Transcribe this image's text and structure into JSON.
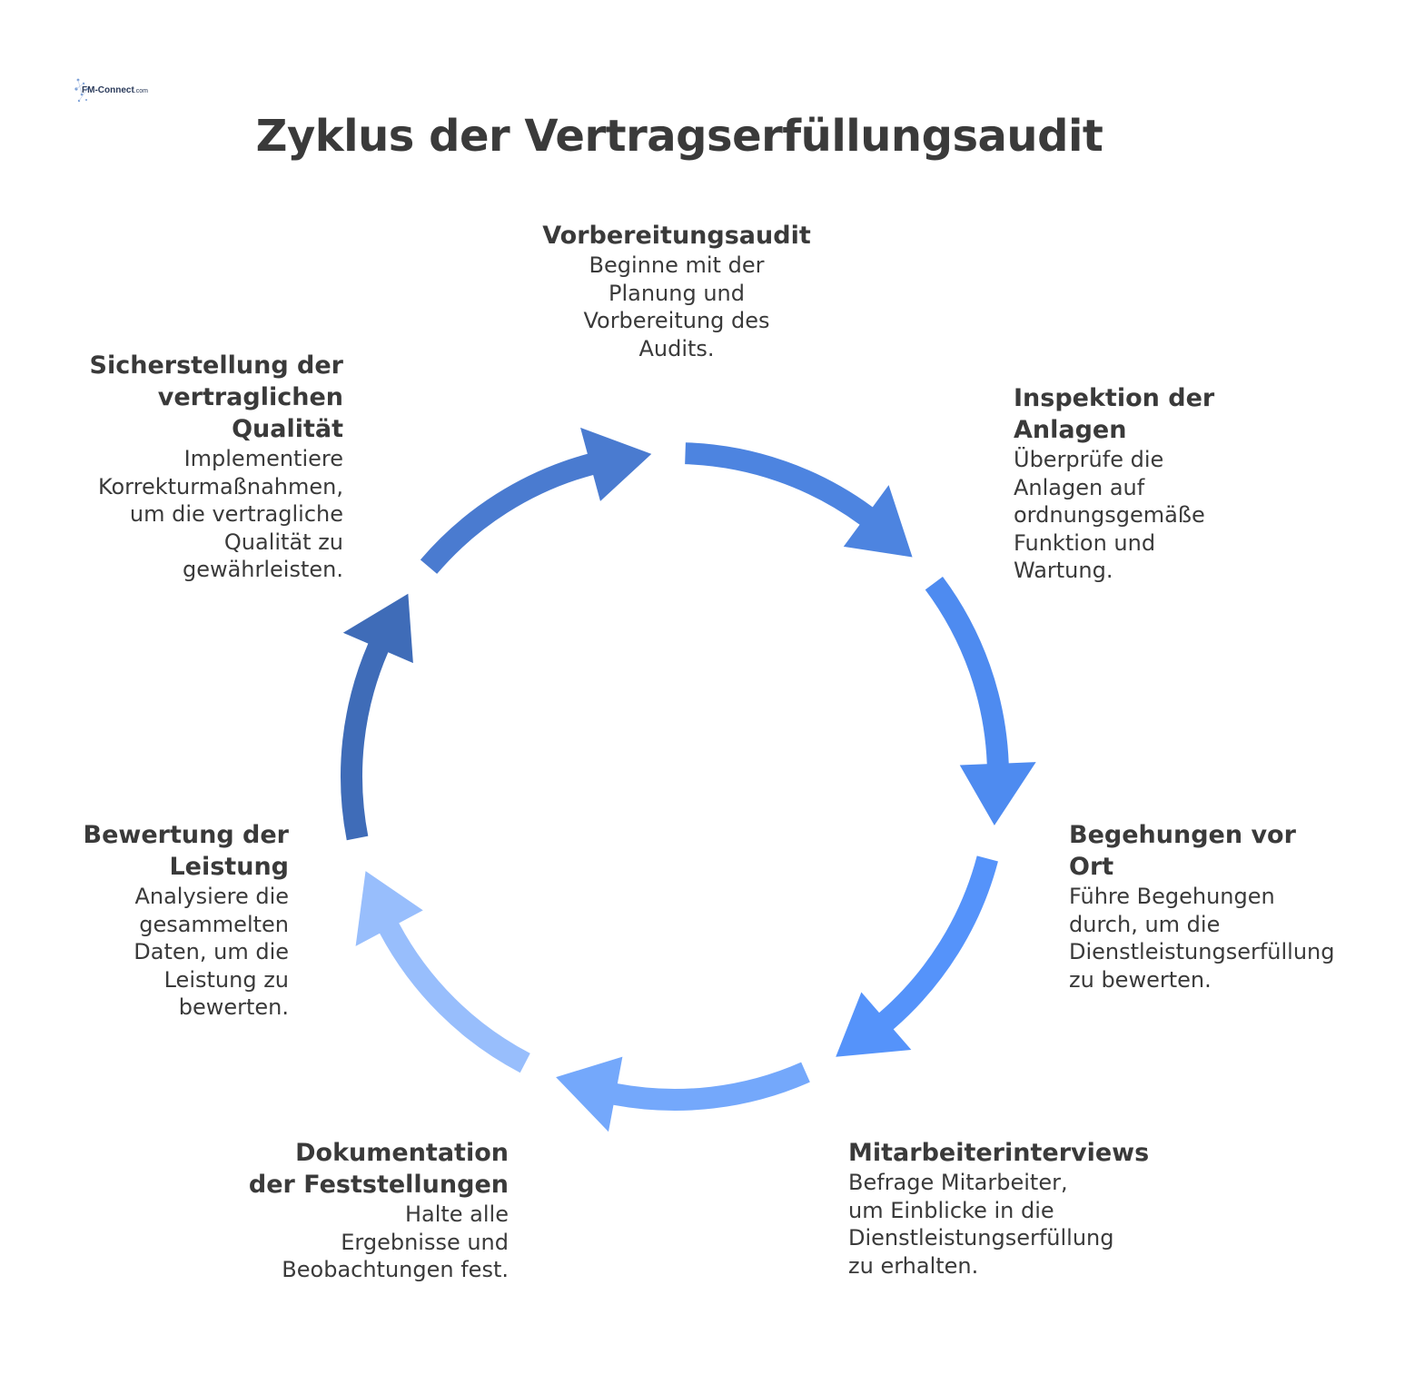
{
  "title": "Zyklus der Vertragserfüllungsaudit",
  "logo": {
    "brand": "FM-Connect",
    "suffix": ".com"
  },
  "steps": [
    {
      "title": "Vorbereitungsaudit",
      "description": "Beginne mit der\nPlanung und\nVorbereitung des\nAudits.",
      "color": "#3f6cb8"
    },
    {
      "title": "Inspektion der\nAnlagen",
      "description": "Überprüfe die\nAnlagen auf\nordnungsgemäße\nFunktion und\nWartung.",
      "color": "#4a7bd0"
    },
    {
      "title": "Begehungen vor\nOrt",
      "description": "Führe Begehungen\ndurch, um die\nDienstleistungserfüllung\nzu bewerten.",
      "color": "#4d84e0"
    },
    {
      "title": "Mitarbeiterinterviews",
      "description": "Befrage Mitarbeiter,\num Einblicke in die\nDienstleistungserfüllung\nzu erhalten.",
      "color": "#4e8bf0"
    },
    {
      "title": "Dokumentation\nder Feststellungen",
      "description": "Halte alle\nErgebnisse und\nBeobachtungen fest.",
      "color": "#5593fa"
    },
    {
      "title": "Bewertung der\nLeistung",
      "description": "Analysiere die\ngesammelten\nDaten, um die\nLeistung zu\nbewerten.",
      "color": "#74a8fb"
    },
    {
      "title": "Sicherstellung der\nvertraglichen\nQualität",
      "description": "Implementiere\nKorrekturmaßnahmen,\num die vertragliche\nQualität zu\ngewährleisten.",
      "color": "#98befc"
    }
  ]
}
